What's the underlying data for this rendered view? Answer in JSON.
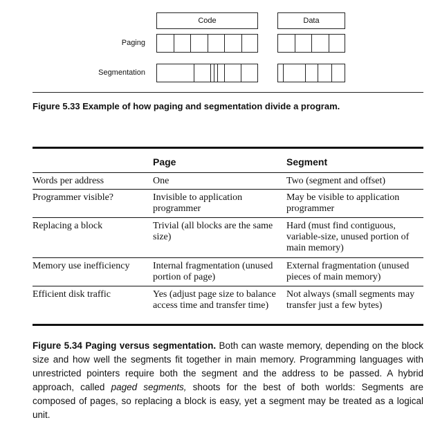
{
  "figure533": {
    "code_label": "Code",
    "data_label": "Data",
    "paging_label": "Paging",
    "segmentation_label": "Segmentation",
    "caption_bold": "Figure 5.33  Example of how paging and segmentation divide a program."
  },
  "table": {
    "headers": [
      "",
      "Page",
      "Segment"
    ],
    "rows": [
      [
        "Words per address",
        "One",
        "Two (segment and offset)"
      ],
      [
        "Programmer visible?",
        "Invisible to application programmer",
        "May be visible to application programmer"
      ],
      [
        "Replacing a block",
        "Trivial (all blocks are the same size)",
        "Hard (must find contiguous, variable-size, unused portion of main memory)"
      ],
      [
        "Memory use inefficiency",
        "Internal fragmentation (unused portion of page)",
        "External fragmentation (unused pieces of main memory)"
      ],
      [
        "Efficient disk traffic",
        "Yes (adjust page size to balance access time and transfer time)",
        "Not always (small segments may transfer just a few bytes)"
      ]
    ]
  },
  "figure534": {
    "caption_bold": "Figure 5.34  Paging versus segmentation.",
    "caption_text_1": " Both can waste memory, depending on the block size and how well the segments fit together in main memory. Programming languages with unrestricted pointers require both the segment and the address to be passed. A hybrid approach, called ",
    "caption_italic": "paged segments,",
    "caption_text_2": " shoots for the best of both worlds: Segments are composed of pages, so replacing a block is easy, yet a segment may be treated as a logical unit."
  }
}
